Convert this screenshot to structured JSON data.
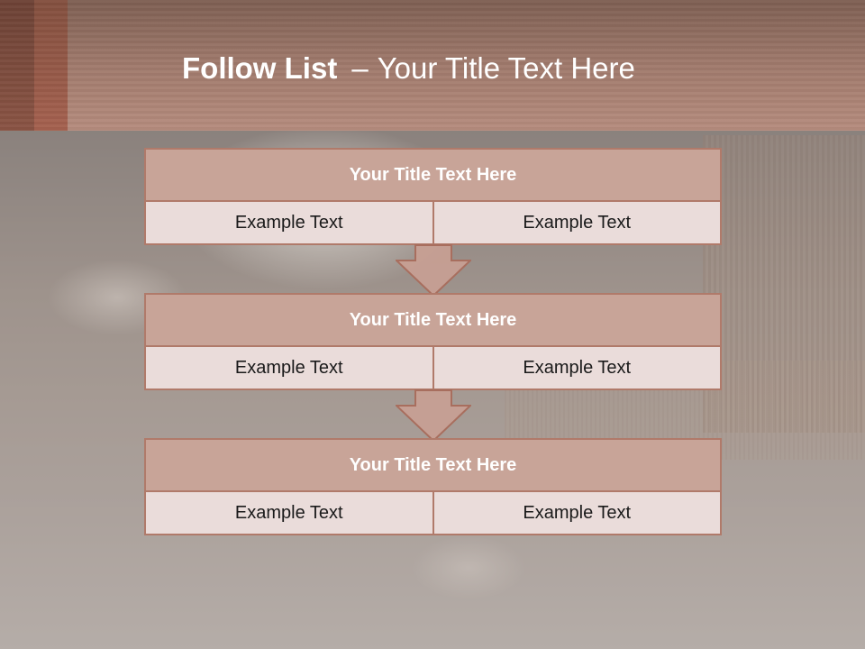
{
  "slide": {
    "title_bold": "Follow List",
    "title_separator": "–",
    "title_rest": "Your Title Text Here"
  },
  "colors": {
    "header": "#a07a6c",
    "block_head": "#c8a498",
    "block_body": "#eadcda",
    "block_border": "#b07a6a",
    "arrow_fill": "#c9a094"
  },
  "blocks": [
    {
      "title": "Your Title Text Here",
      "left": "Example Text",
      "right": "Example Text"
    },
    {
      "title": "Your Title Text Here",
      "left": "Example Text",
      "right": "Example Text"
    },
    {
      "title": "Your Title Text Here",
      "left": "Example Text",
      "right": "Example Text"
    }
  ]
}
